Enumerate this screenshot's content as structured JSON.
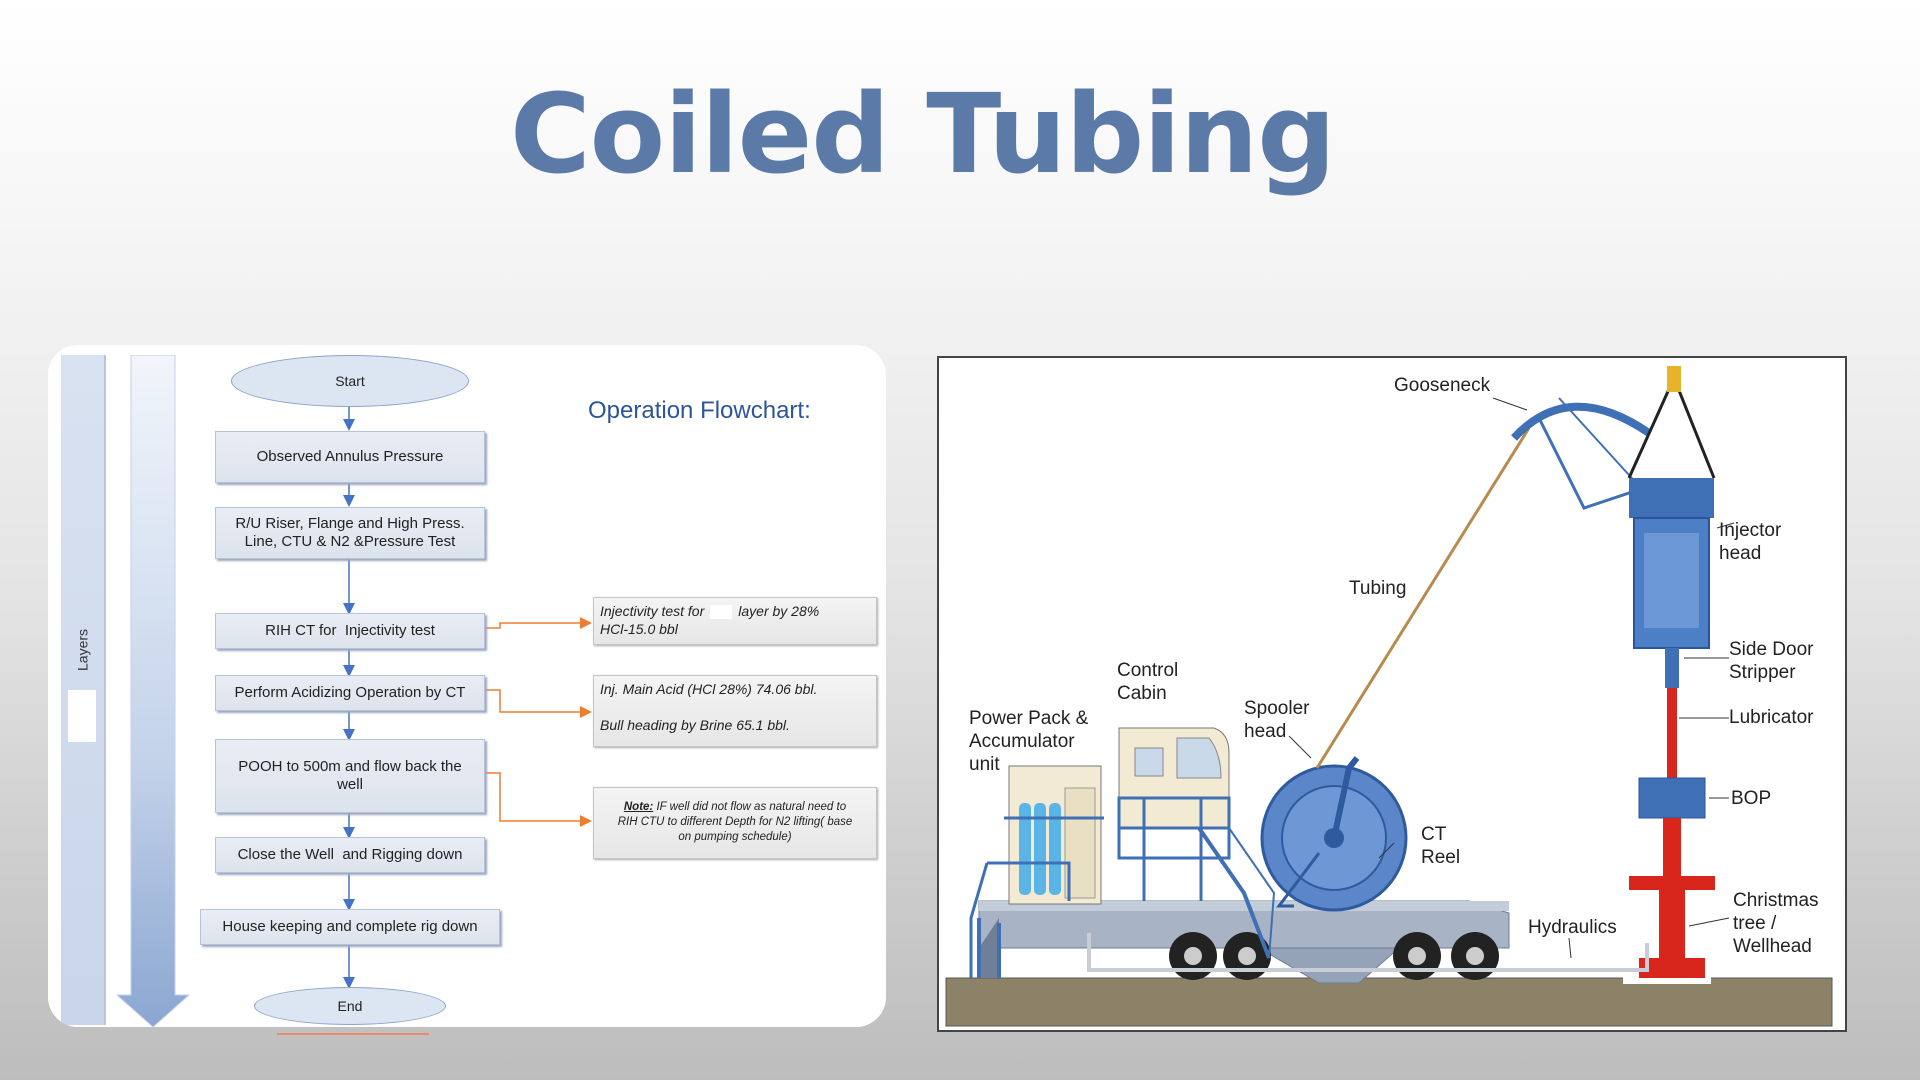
{
  "slide": {
    "title": "Coiled Tubing"
  },
  "flowchart": {
    "title": "Operation Flowchart:",
    "layers_label": "Layers",
    "start": "Start",
    "end": "End",
    "steps": [
      {
        "line1": "Observed Annulus Pressure",
        "line2": ""
      },
      {
        "line1": "R/U Riser, Flange and High Press.",
        "line2": "Line, CTU & N2 &Pressure Test"
      },
      {
        "line1": "RIH CT for  Injectivity test",
        "line2": ""
      },
      {
        "line1": "Perform Acidizing Operation by CT",
        "line2": ""
      },
      {
        "line1": "POOH to 500m and flow back the",
        "line2": "well"
      },
      {
        "line1": "Close the Well  and Rigging down",
        "line2": ""
      },
      {
        "line1": "House keeping and complete rig down",
        "line2": ""
      }
    ],
    "notes": [
      {
        "line1a": "Injectivity test for",
        "line1b": "layer by 28%",
        "line2": "HCl-15.0 bbl"
      },
      {
        "line1": "Inj. Main Acid (HCl 28%) 74.06 bbl.",
        "line2": "Bull heading by Brine 65.1 bbl."
      },
      {
        "label": "Note:",
        "line1": "IF well did not flow as natural need to",
        "line2": "RIH CTU to different Depth for N2 lifting( base",
        "line3": "on pumping schedule)"
      }
    ]
  },
  "equipment": {
    "labels": {
      "gooseneck": "Gooseneck",
      "injector_1": "Injector",
      "injector_2": "head",
      "tubing": "Tubing",
      "side_door_1": "Side Door",
      "side_door_2": "Stripper",
      "lubricator": "Lubricator",
      "control_1": "Control",
      "control_2": "Cabin",
      "power_1": "Power Pack &",
      "power_2": "Accumulator",
      "power_3": "unit",
      "spooler_1": "Spooler",
      "spooler_2": "head",
      "bop": "BOP",
      "ct_1": "CT",
      "ct_2": "Reel",
      "hydraulics": "Hydraulics",
      "tree_1": "Christmas",
      "tree_2": "tree /",
      "tree_3": "Wellhead"
    }
  },
  "colors": {
    "title": "#5b7aa8",
    "flow_title": "#2d5597",
    "connector_blue": "#4472c4",
    "connector_orange": "#ed7d31",
    "equipment_blue": "#3f6fb5",
    "wellhead_red": "#d9261c"
  }
}
